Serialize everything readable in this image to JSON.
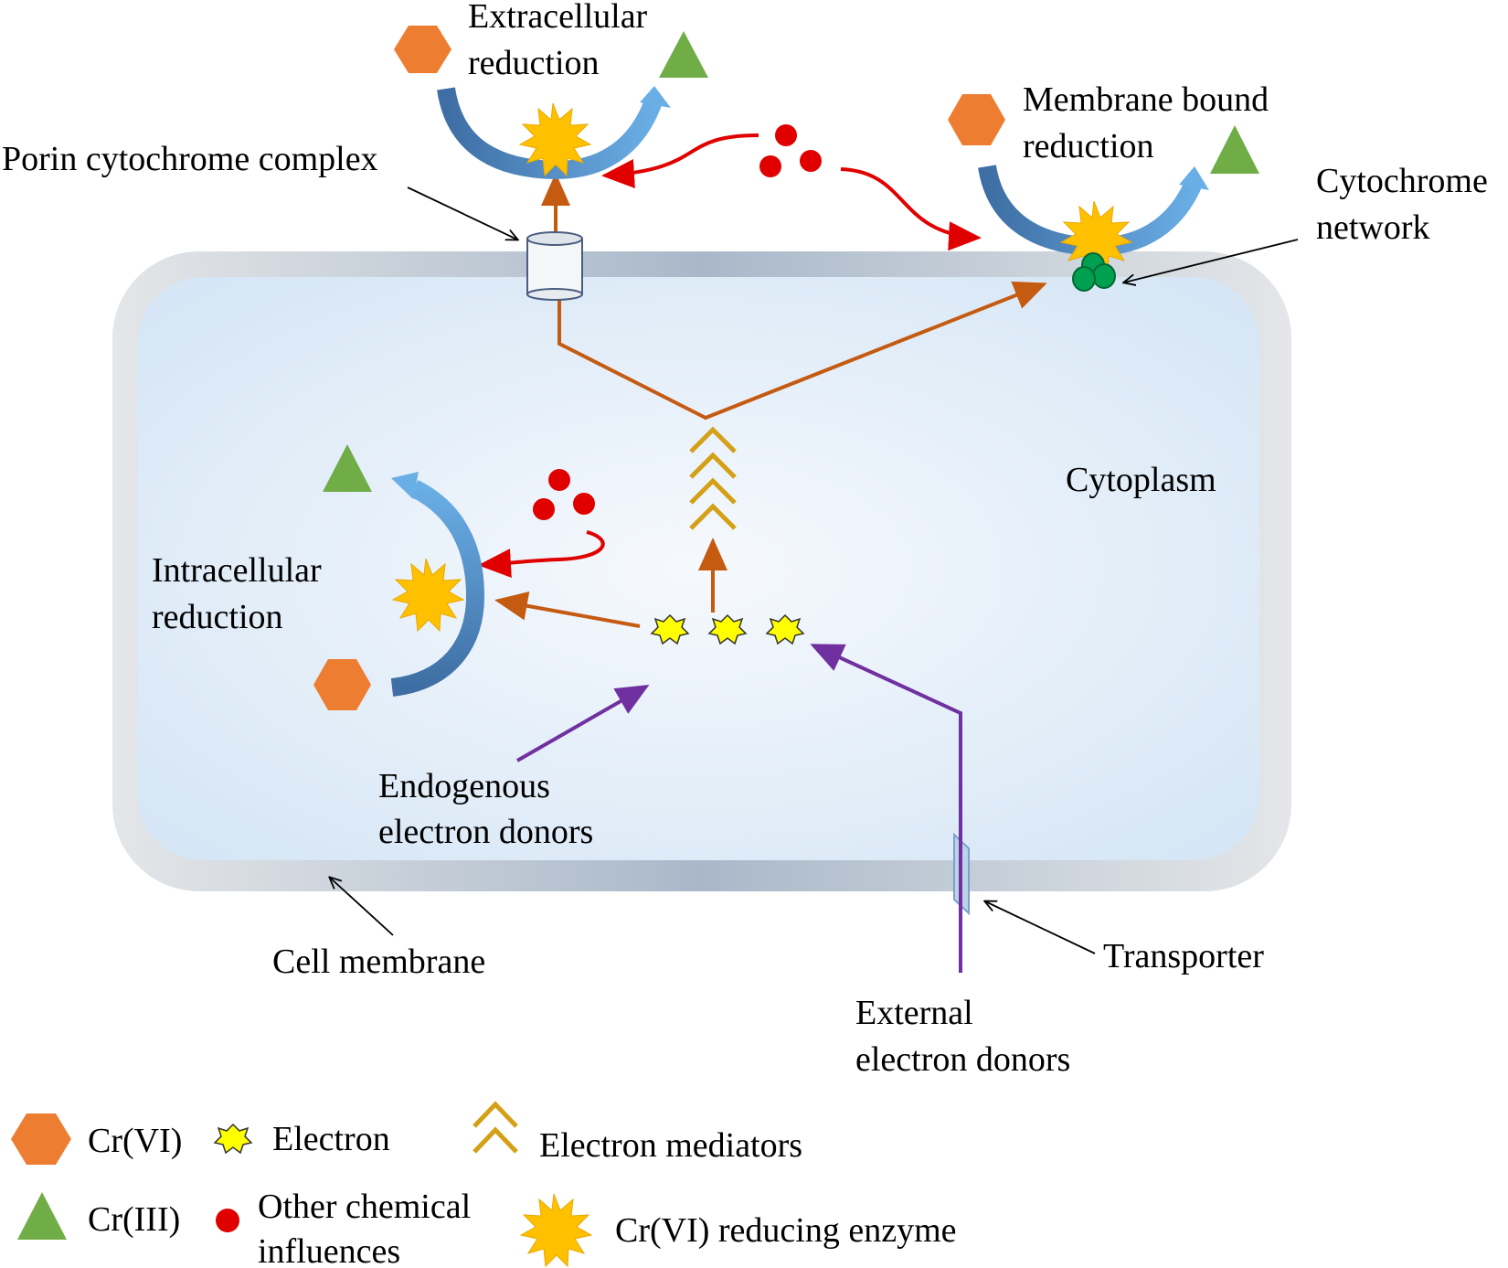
{
  "labels": {
    "extracellular_1": "Extracellular",
    "extracellular_2": "reduction",
    "membrane_bound_1": "Membrane bound",
    "membrane_bound_2": "reduction",
    "porin": "Porin cytochrome complex",
    "cytochrome_1": "Cytochrome",
    "cytochrome_2": "network",
    "cytoplasm": "Cytoplasm",
    "intracellular_1": "Intracellular",
    "intracellular_2": "reduction",
    "endogenous_1": "Endogenous",
    "endogenous_2": "electron donors",
    "cell_membrane": "Cell membrane",
    "transporter": "Transporter",
    "external_1": "External",
    "external_2": "electron donors"
  },
  "legend": {
    "cr6": "Cr(VI)",
    "electron": "Electron",
    "mediators": "Electron mediators",
    "cr3": "Cr(III)",
    "other_1": "Other chemical",
    "other_2": "influences",
    "enzyme": "Cr(VI) reducing enzyme"
  },
  "colors": {
    "cr6": "#ED7D31",
    "cr3": "#70AD47",
    "electron": "#FFFF00",
    "enzyme": "#FFC000",
    "chemical": "#E00000",
    "pathway_arrow": "#C55A11",
    "donor_arrow": "#7030A0",
    "mediator": "#D4A017",
    "reduction_arc": "#5B9BD5",
    "cytochrome": "#00B050",
    "cytoplasm": "#DDEBF7"
  }
}
